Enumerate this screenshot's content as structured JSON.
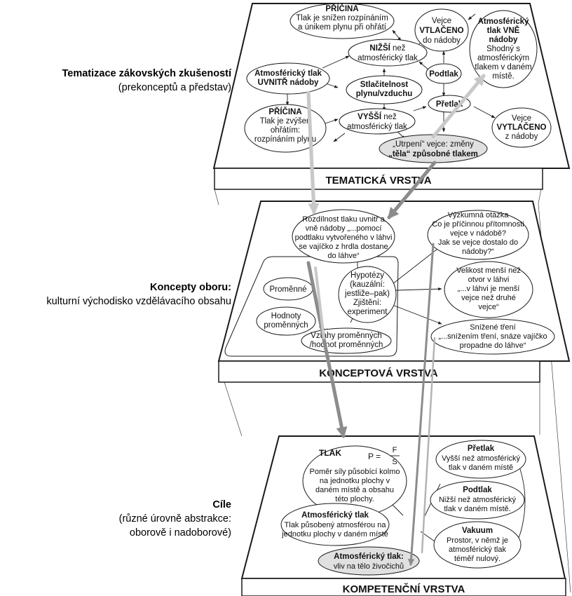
{
  "layers": {
    "thematic": {
      "title": "TEMATICKÁ VRSTVA",
      "side_bold": "Tematizace zákovských zkušeností",
      "side_normal": "(prekonceptů a představ)",
      "nodes": {
        "cause_top": [
          [
            "b",
            "PŘÍČINA"
          ],
          [
            "",
            "Tlak je snížen rozpínáním"
          ],
          [
            "",
            "a únikem plynu při ohřátí"
          ]
        ],
        "lower": [
          [
            "",
            "NIŽŠÍ než"
          ],
          [
            "",
            "atmosférický tlak"
          ]
        ],
        "lower_bold": "NIŽŠÍ",
        "lower_rest": " než",
        "egg_in": [
          [
            "",
            "Vejce"
          ],
          [
            "b",
            "VTLAČENO"
          ],
          [
            "",
            "do nádoby"
          ]
        ],
        "atm_out": [
          [
            "b",
            "Atmosférický"
          ],
          [
            "b",
            "tlak VNĚ"
          ],
          [
            "b",
            "nádoby"
          ],
          [
            "",
            "Shodný s"
          ],
          [
            "",
            "atmosférickým"
          ],
          [
            "",
            "tlakem v daném"
          ],
          [
            "",
            "místě."
          ]
        ],
        "atm_in": [
          [
            "b",
            "Atmosférický tlak"
          ],
          [
            "b",
            "UVNITŘ nádoby"
          ]
        ],
        "compress": [
          [
            "b",
            "Stlačitelnost"
          ],
          [
            "b",
            "plynu/vzduchu"
          ]
        ],
        "underpressure": [
          [
            "b",
            "Podtlak"
          ]
        ],
        "overpressure": [
          [
            "b",
            "Přetlak"
          ]
        ],
        "cause_bottom": [
          [
            "b",
            "PŘÍČINA"
          ],
          [
            "",
            "Tlak je zvýšen"
          ],
          [
            "",
            "ohřátím:"
          ],
          [
            "",
            "rozpínáním plynu"
          ]
        ],
        "higher_bold": "VYŠŠÍ",
        "higher_rest": " než",
        "higher_line2": "atmosférický tlak",
        "egg_out": [
          [
            "",
            "Vejce"
          ],
          [
            "b",
            "VYTLAČENO"
          ],
          [
            "",
            "z nádoby"
          ]
        ],
        "suffer_line1": "„Utrpení“ vejce: změny",
        "suffer_line2": "„těla“ způsobné tlakem"
      }
    },
    "concept": {
      "title": "KONCEPTOVÁ VRSTVA",
      "side_bold": "Koncepty oboru:",
      "side_normal": "kulturní východisko vzdělávacího obsahu",
      "nodes": {
        "difference": [
          "Rozdílnost tlaku uvnitř a",
          "vně nádoby „...pomocí",
          "podtlaku vytvořeného v láhvi",
          "se vajíčko z hrdla dostane",
          "do láhve“"
        ],
        "research": [
          "Výzkumná otázka",
          "Co je příčinnou přítomnosti",
          "vejce v nádobě?",
          "Jak se vejce dostalo do",
          "nádoby?“"
        ],
        "variables": "Proměnné",
        "hypotheses": [
          "Hypotézy",
          "(kauzální:",
          "jestliže–pak)",
          "Zjištění:",
          "experiment"
        ],
        "size": [
          "Velikost menší než",
          "otvor v láhvi",
          "„...v láhvi je menší",
          "vejce než druhé",
          "vejce“"
        ],
        "values": [
          "Hodnoty",
          "proměnných"
        ],
        "relations": [
          "Vztahy proměnných",
          "/hodnot proměnných"
        ],
        "friction": [
          "Snížené tření",
          "„...snížením tření, snáze vajíčko",
          "propadne do láhve“"
        ]
      }
    },
    "competence": {
      "title": "KOMPETENČNÍ VRSTVA",
      "side_bold": "Cíle",
      "side_normal_1": "(různé úrovně abstrakce:",
      "side_normal_2": "oborově i nadoborové)",
      "nodes": {
        "pressure_title": "TLAK",
        "formula_left": "P =",
        "formula_num": "F",
        "formula_den": "S",
        "pressure_def": [
          "Poměr síly působící kolmo",
          "na jednotku plochy v",
          "daném místě a obsahu",
          "této plochy."
        ],
        "over_title": "Přetlak",
        "over_def": [
          "Vyšší než atmosférický",
          "tlak v daném místě"
        ],
        "under_title": "Podtlak",
        "under_def": [
          "Nižší než atmosférický",
          "tlak v daném místě."
        ],
        "atm_title": "Atmosférický tlak",
        "atm_def": [
          "Tlak působený atmosférou na",
          "jednotku plochy v daném místě"
        ],
        "vacuum_title": "Vakuum",
        "vacuum_def": [
          "Prostor, v němž je",
          "atmosférický tlak",
          "téměř nulový."
        ],
        "atm_life_title": "Atmosférický tlak:",
        "atm_life_def": "vliv na tělo živočichů"
      }
    }
  },
  "colors": {
    "arrow_dark": "#8c8c8c",
    "arrow_light": "#c8c8c8",
    "highlight_fill": "#e0e0e0",
    "line": "#1a1a1a"
  }
}
